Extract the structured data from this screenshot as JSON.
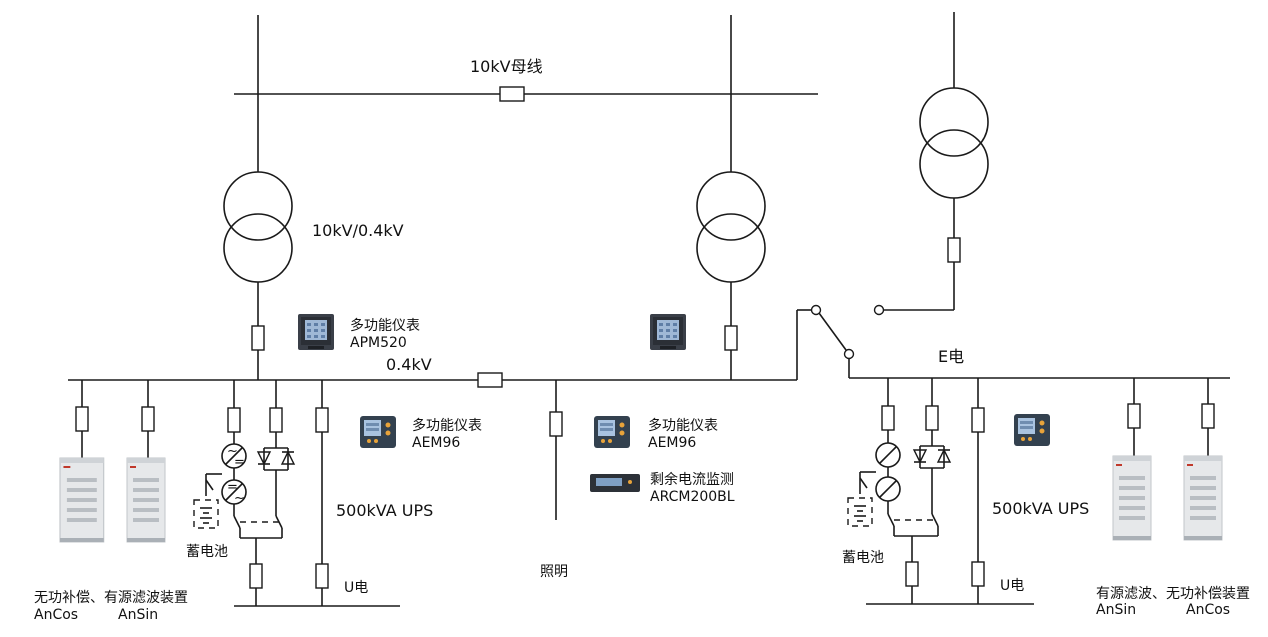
{
  "labels": {
    "bus_10kv": "10kV母线",
    "transformer": "10kV/0.4kV",
    "bus_04kv": "0.4kV",
    "e_power": "E电",
    "ups_left": "500kVA UPS",
    "ups_right": "500kVA UPS",
    "battery_left": "蓄电池",
    "battery_right": "蓄电池",
    "u_left": "U电",
    "u_right": "U电",
    "lighting": "照明"
  },
  "devices": {
    "apm_name": "多功能仪表",
    "apm_model": "APM520",
    "aem_left_name": "多功能仪表",
    "aem_left_model": "AEM96",
    "aem_mid_name": "多功能仪表",
    "aem_mid_model": "AEM96",
    "arcm_name": "剩余电流监测",
    "arcm_model": "ARCM200BL"
  },
  "cabinets": {
    "left_names": "无功补偿、有源滤波装置",
    "left_model_1": "AnCos",
    "left_model_2": "AnSin",
    "right_names": "有源滤波、无功补偿装置",
    "right_model_1": "AnSin",
    "right_model_2": "AnCos"
  },
  "colors": {
    "line": "#1a1a1a",
    "meter_body": "#3a3f48",
    "meter_screen": "#9fb8d6",
    "cabinet": "#e6e8ea",
    "accent_red": "#c0392b",
    "button_orange": "#e8a33a"
  }
}
